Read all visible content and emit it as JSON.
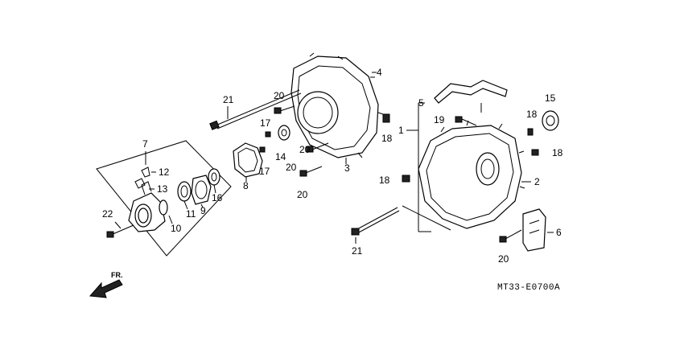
{
  "diagram_code": "MT33-E0700A",
  "direction_marker": "FR.",
  "callouts": {
    "c1": "1",
    "c2": "2",
    "c3": "3",
    "c4": "4",
    "c5": "5",
    "c6": "6",
    "c7": "7",
    "c8": "8",
    "c9": "9",
    "c10": "10",
    "c11": "11",
    "c12": "12",
    "c13": "13",
    "c14": "14",
    "c15": "15",
    "c16": "16",
    "c17a": "17",
    "c17b": "17",
    "c18a": "18",
    "c18b": "18",
    "c18c": "18",
    "c18d": "18",
    "c19": "19",
    "c20a": "20",
    "c20b": "20",
    "c20c": "20",
    "c20d": "20",
    "c20e": "20",
    "c21a": "21",
    "c21b": "21",
    "c22": "22"
  }
}
